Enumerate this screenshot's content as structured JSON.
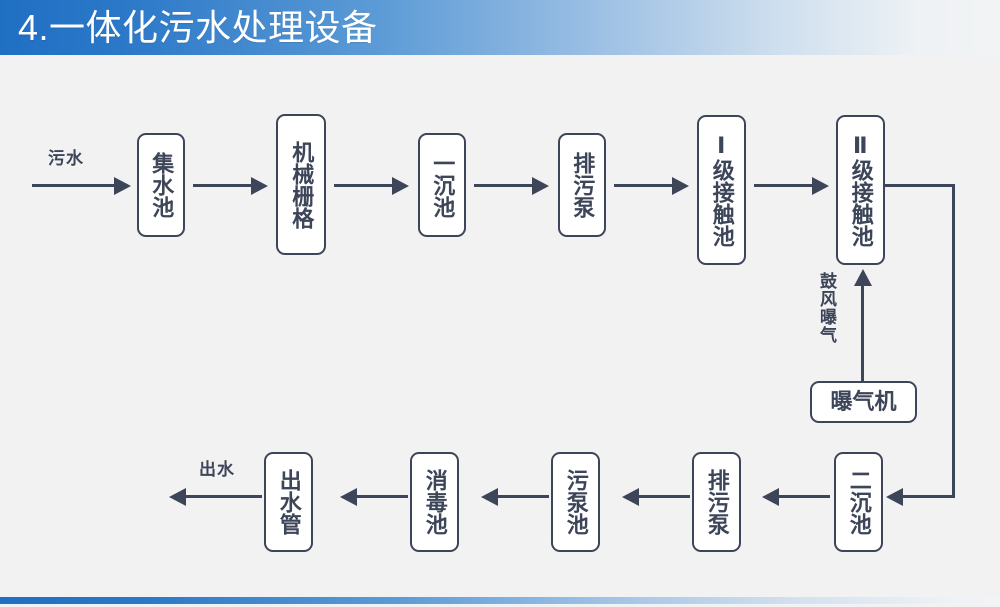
{
  "header": {
    "title": "4.一体化污水处理设备",
    "accent_color": "#1f6fc4",
    "text_color": "#ffffff"
  },
  "theme": {
    "background": "#f2f2f2",
    "line_color": "#3d4559",
    "node_fill": "#ffffff",
    "node_border": "#3d4559"
  },
  "diagram": {
    "type": "process-flow",
    "orientation": "serpentine-two-rows",
    "top_row": [
      {
        "id": "collection-tank",
        "label": "集水池",
        "layout": "vertical"
      },
      {
        "id": "mechanical-grate",
        "label": "机械栅格",
        "layout": "vertical"
      },
      {
        "id": "primary-settler",
        "label": "一沉池",
        "layout": "vertical"
      },
      {
        "id": "sewage-pump-top",
        "label": "排污泵",
        "layout": "vertical"
      },
      {
        "id": "contact-tank-1",
        "label": "Ⅰ级接触池",
        "layout": "vertical"
      },
      {
        "id": "contact-tank-2",
        "label": "Ⅱ级接触池",
        "layout": "vertical"
      }
    ],
    "bottom_row": [
      {
        "id": "outlet-pipe",
        "label": "出水管",
        "layout": "vertical"
      },
      {
        "id": "disinfection-tank",
        "label": "消毒池",
        "layout": "vertical"
      },
      {
        "id": "sludge-pump-tank",
        "label": "污泵池",
        "layout": "vertical"
      },
      {
        "id": "sewage-pump-bottom",
        "label": "排污泵",
        "layout": "vertical"
      },
      {
        "id": "secondary-settler",
        "label": "二沉池",
        "layout": "vertical"
      }
    ],
    "auxiliary": [
      {
        "id": "aerator",
        "label": "曝气机",
        "layout": "horizontal"
      }
    ],
    "flow_labels": [
      {
        "id": "influent",
        "label": "污水",
        "orientation": "horizontal"
      },
      {
        "id": "effluent",
        "label": "出水",
        "orientation": "horizontal"
      },
      {
        "id": "aeration",
        "label": "鼓风曝气",
        "orientation": "vertical"
      }
    ]
  }
}
